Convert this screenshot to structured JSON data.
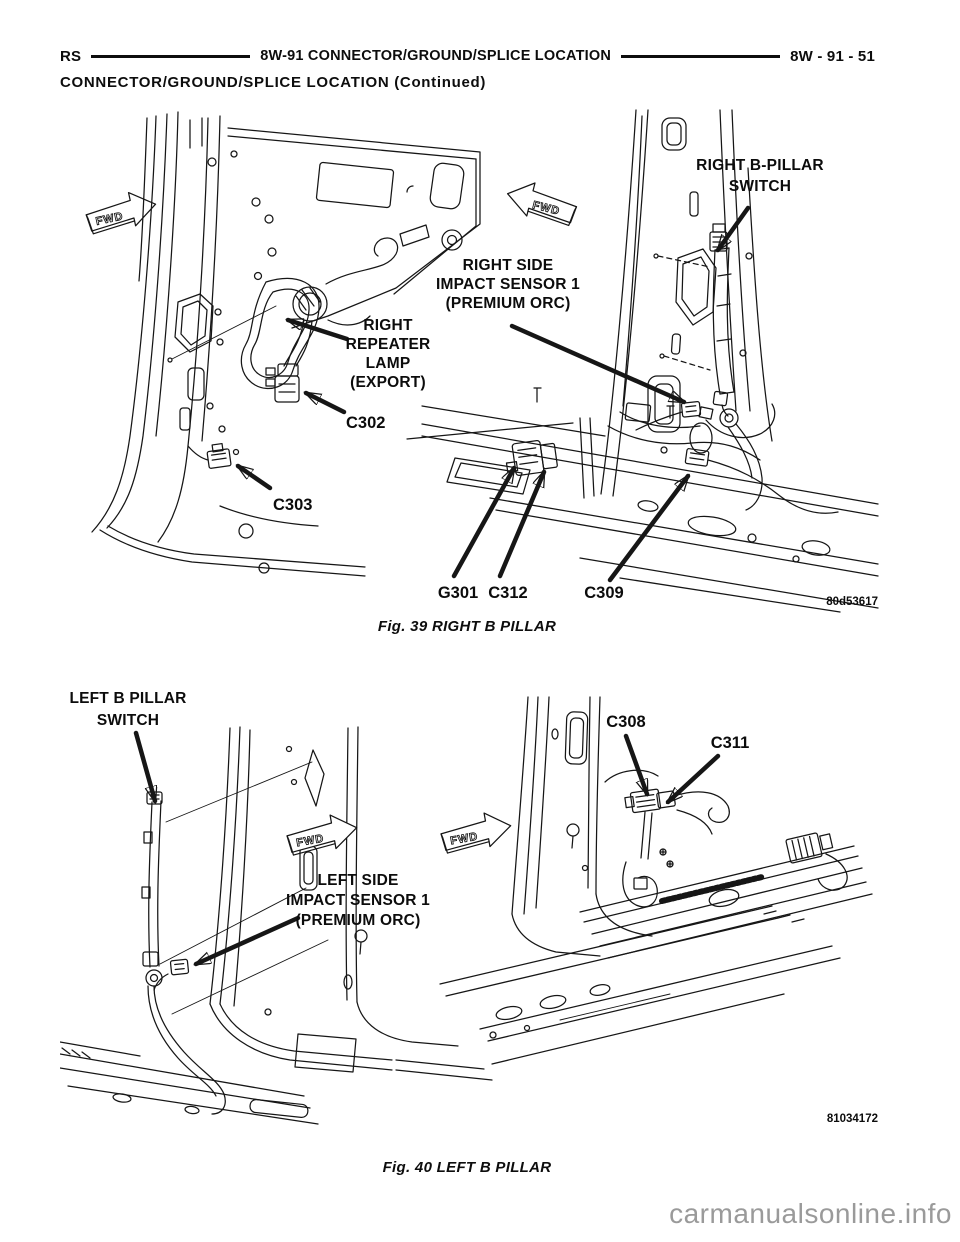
{
  "header": {
    "model_code": "RS",
    "section_title": "8W-91 CONNECTOR/GROUND/SPLICE LOCATION",
    "page_number": "8W - 91 - 51",
    "continued_title": "CONNECTOR/GROUND/SPLICE LOCATION (Continued)"
  },
  "figure39": {
    "caption": "Fig. 39 RIGHT B PILLAR",
    "image_code": "80d53617",
    "fwd_left": "FWD",
    "fwd_right": "FWD",
    "labels": {
      "switch_l1": "RIGHT B-PILLAR",
      "switch_l2": "SWITCH",
      "sensor_l1": "RIGHT SIDE",
      "sensor_l2": "IMPACT SENSOR 1",
      "sensor_l3": "(PREMIUM ORC)",
      "lamp_l1": "RIGHT",
      "lamp_l2": "REPEATER",
      "lamp_l3": "LAMP",
      "lamp_l4": "(EXPORT)",
      "c302": "C302",
      "c303": "C303",
      "g301": "G301",
      "c312": "C312",
      "c309": "C309"
    }
  },
  "figure40": {
    "caption": "Fig. 40 LEFT B PILLAR",
    "image_code": "81034172",
    "fwd_1": "FWD",
    "fwd_2": "FWD",
    "labels": {
      "switch_l1": "LEFT B PILLAR",
      "switch_l2": "SWITCH",
      "c308": "C308",
      "c311": "C311",
      "sensor_l1": "LEFT SIDE",
      "sensor_l2": "IMPACT SENSOR 1",
      "sensor_l3": "(PREMIUM ORC)"
    }
  },
  "watermark": "carmanualsonline.info"
}
